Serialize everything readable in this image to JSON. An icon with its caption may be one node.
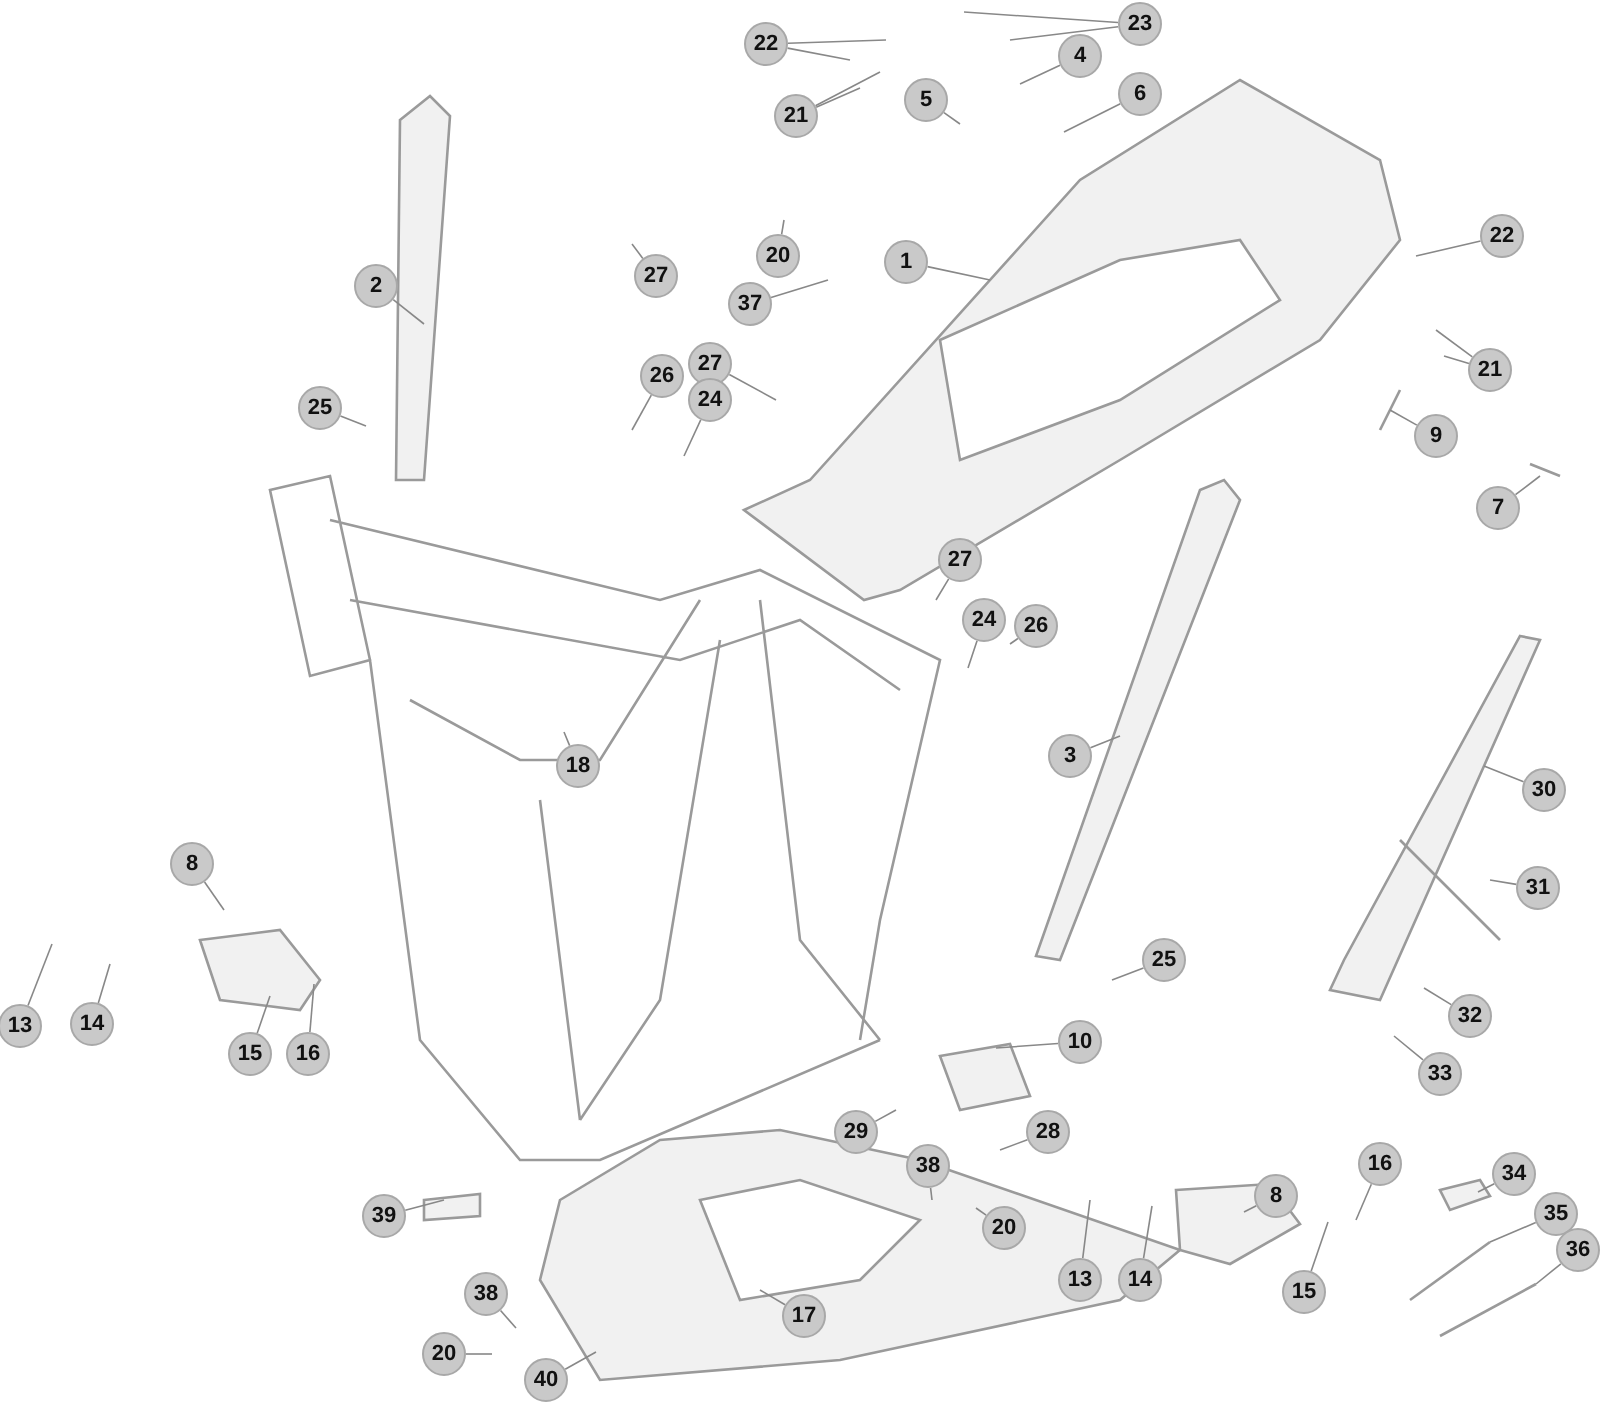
{
  "diagram": {
    "nodes": [
      {
        "text": [
          "22"
        ]
      },
      {
        "text": [
          "23"
        ]
      },
      {
        "text": [
          "4"
        ]
      },
      {
        "text": [
          "5"
        ]
      },
      {
        "text": [
          "6"
        ]
      },
      {
        "text": [
          "21"
        ]
      },
      {
        "text": [
          "22"
        ]
      },
      {
        "text": [
          "20"
        ]
      },
      {
        "text": [
          "1"
        ]
      },
      {
        "text": [
          "27"
        ]
      },
      {
        "text": [
          "2"
        ]
      },
      {
        "text": [
          "37"
        ]
      },
      {
        "text": [
          "27"
        ]
      },
      {
        "text": [
          "21"
        ]
      },
      {
        "text": [
          "26"
        ]
      },
      {
        "text": [
          "24"
        ]
      },
      {
        "text": [
          "25"
        ]
      },
      {
        "text": [
          "9"
        ]
      },
      {
        "text": [
          "7"
        ]
      },
      {
        "text": [
          "27"
        ]
      },
      {
        "text": [
          "24"
        ]
      },
      {
        "text": [
          "26"
        ]
      },
      {
        "text": [
          "3"
        ]
      },
      {
        "text": [
          "18"
        ]
      },
      {
        "text": [
          "30"
        ]
      },
      {
        "text": [
          "8"
        ]
      },
      {
        "text": [
          "31"
        ]
      },
      {
        "text": [
          "25"
        ]
      },
      {
        "text": [
          "32"
        ]
      },
      {
        "text": [
          "13"
        ]
      },
      {
        "text": [
          "14"
        ]
      },
      {
        "text": [
          "10"
        ]
      },
      {
        "text": [
          "15"
        ]
      },
      {
        "text": [
          "16"
        ]
      },
      {
        "text": [
          "33"
        ]
      },
      {
        "text": [
          "29"
        ]
      },
      {
        "text": [
          "28"
        ]
      },
      {
        "text": [
          "16"
        ]
      },
      {
        "text": [
          "38"
        ]
      },
      {
        "text": [
          "34"
        ]
      },
      {
        "text": [
          "8"
        ]
      },
      {
        "text": [
          "35"
        ]
      },
      {
        "text": [
          "39"
        ]
      },
      {
        "text": [
          "20"
        ]
      },
      {
        "text": [
          "36"
        ]
      },
      {
        "text": [
          "13"
        ]
      },
      {
        "text": [
          "14"
        ]
      },
      {
        "text": [
          "15"
        ]
      },
      {
        "text": [
          "38"
        ]
      },
      {
        "text": [
          "17"
        ]
      },
      {
        "text": [
          "20"
        ]
      },
      {
        "text": [
          "40"
        ]
      },
      {
        "text": [],
        "shape": "picture"
      },
      {
        "text": [],
        "shape": "picture"
      },
      {
        "text": [],
        "shape": "picture"
      }
    ],
    "edges": [
      {
        "from": 0,
        "to": null,
        "arrow": "none"
      },
      {
        "from": 0,
        "to": null,
        "arrow": "none"
      },
      {
        "from": 1,
        "to": null,
        "arrow": "none"
      },
      {
        "from": 1,
        "to": null,
        "arrow": "none"
      },
      {
        "from": 2,
        "to": null,
        "arrow": "none"
      },
      {
        "from": 3,
        "to": null,
        "arrow": "none"
      },
      {
        "from": 4,
        "to": null,
        "arrow": "none"
      },
      {
        "from": 5,
        "to": null,
        "arrow": "none"
      },
      {
        "from": 5,
        "to": null,
        "arrow": "none"
      },
      {
        "from": 6,
        "to": null,
        "arrow": "none"
      },
      {
        "from": 7,
        "to": null,
        "arrow": "none"
      },
      {
        "from": 8,
        "to": null,
        "arrow": "none"
      },
      {
        "from": 9,
        "to": null,
        "arrow": "none"
      },
      {
        "from": 10,
        "to": null,
        "arrow": "none"
      },
      {
        "from": 11,
        "to": null,
        "arrow": "none"
      },
      {
        "from": 12,
        "to": null,
        "arrow": "none"
      },
      {
        "from": 13,
        "to": null,
        "arrow": "none"
      },
      {
        "from": 13,
        "to": null,
        "arrow": "none"
      },
      {
        "from": 14,
        "to": null,
        "arrow": "none"
      },
      {
        "from": 15,
        "to": null,
        "arrow": "none"
      },
      {
        "from": 16,
        "to": null,
        "arrow": "none"
      },
      {
        "from": 17,
        "to": null,
        "arrow": "none"
      },
      {
        "from": 18,
        "to": null,
        "arrow": "none"
      },
      {
        "from": 19,
        "to": null,
        "arrow": "none"
      },
      {
        "from": 20,
        "to": null,
        "arrow": "none"
      },
      {
        "from": 21,
        "to": null,
        "arrow": "none"
      },
      {
        "from": 22,
        "to": null,
        "arrow": "none"
      },
      {
        "from": 23,
        "to": null,
        "arrow": "none"
      },
      {
        "from": 24,
        "to": null,
        "arrow": "none"
      },
      {
        "from": 25,
        "to": null,
        "arrow": "none"
      },
      {
        "from": 26,
        "to": null,
        "arrow": "none"
      },
      {
        "from": 27,
        "to": null,
        "arrow": "none"
      },
      {
        "from": 28,
        "to": null,
        "arrow": "none"
      },
      {
        "from": 29,
        "to": null,
        "arrow": "none"
      },
      {
        "from": 30,
        "to": null,
        "arrow": "none"
      },
      {
        "from": 31,
        "to": 52,
        "arrow": "none"
      },
      {
        "from": 32,
        "to": null,
        "arrow": "none"
      },
      {
        "from": 33,
        "to": null,
        "arrow": "none"
      },
      {
        "from": 34,
        "to": null,
        "arrow": "none"
      },
      {
        "from": 35,
        "to": null,
        "arrow": "none"
      },
      {
        "from": 36,
        "to": null,
        "arrow": "none"
      },
      {
        "from": 37,
        "to": null,
        "arrow": "none"
      },
      {
        "from": 38,
        "to": null,
        "arrow": "none"
      },
      {
        "from": 39,
        "to": null,
        "arrow": "none"
      },
      {
        "from": 40,
        "to": null,
        "arrow": "none"
      },
      {
        "from": 41,
        "to": 53,
        "arrow": "none"
      },
      {
        "from": 42,
        "to": null,
        "arrow": "none"
      },
      {
        "from": 43,
        "to": null,
        "arrow": "none"
      },
      {
        "from": 44,
        "to": 54,
        "arrow": "none"
      },
      {
        "from": 45,
        "to": null,
        "arrow": "none"
      },
      {
        "from": 46,
        "to": null,
        "arrow": "none"
      },
      {
        "from": 47,
        "to": null,
        "arrow": "none"
      },
      {
        "from": 48,
        "to": null,
        "arrow": "none"
      },
      {
        "from": 49,
        "to": null,
        "arrow": "none"
      },
      {
        "from": 50,
        "to": null,
        "arrow": "none"
      },
      {
        "from": 51,
        "to": null,
        "arrow": "none"
      }
    ]
  }
}
